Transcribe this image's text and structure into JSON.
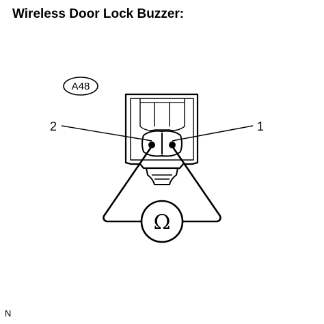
{
  "title": "Wireless Door Lock Buzzer:",
  "connector_id": "A48",
  "pin_left": "2",
  "pin_right": "1",
  "meter_symbol": "Ω",
  "corner_code": "N"
}
